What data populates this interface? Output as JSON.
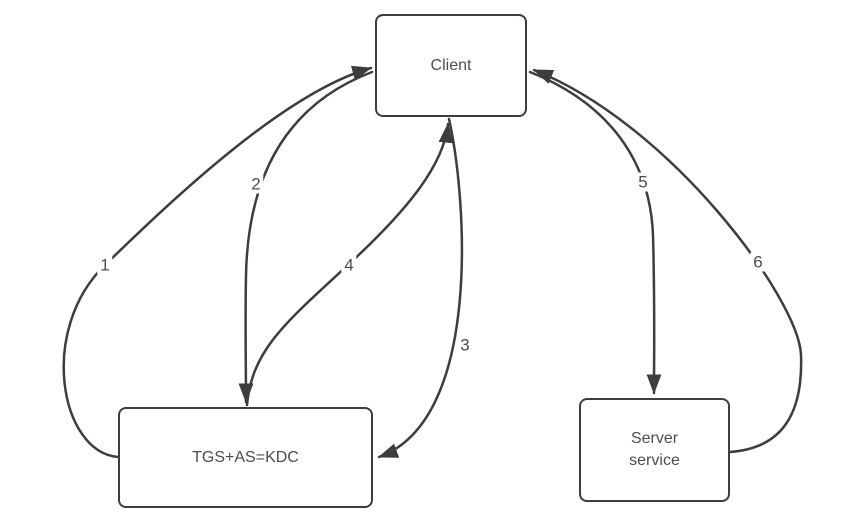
{
  "diagram": {
    "nodes": {
      "client": {
        "label": "Client"
      },
      "kdc": {
        "label": "TGS+AS=KDC"
      },
      "server": {
        "label": "Server\nservice"
      }
    },
    "edges": [
      {
        "label": "1",
        "from": "kdc",
        "to": "client"
      },
      {
        "label": "2",
        "from": "client",
        "to": "kdc"
      },
      {
        "label": "3",
        "from": "client",
        "to": "kdc"
      },
      {
        "label": "4",
        "from": "kdc",
        "to": "client"
      },
      {
        "label": "5",
        "from": "client",
        "to": "server"
      },
      {
        "label": "6",
        "from": "server",
        "to": "client"
      }
    ],
    "colors": {
      "stroke": "#3d3d3d",
      "text": "#4d4d4d",
      "background": "#ffffff"
    }
  }
}
